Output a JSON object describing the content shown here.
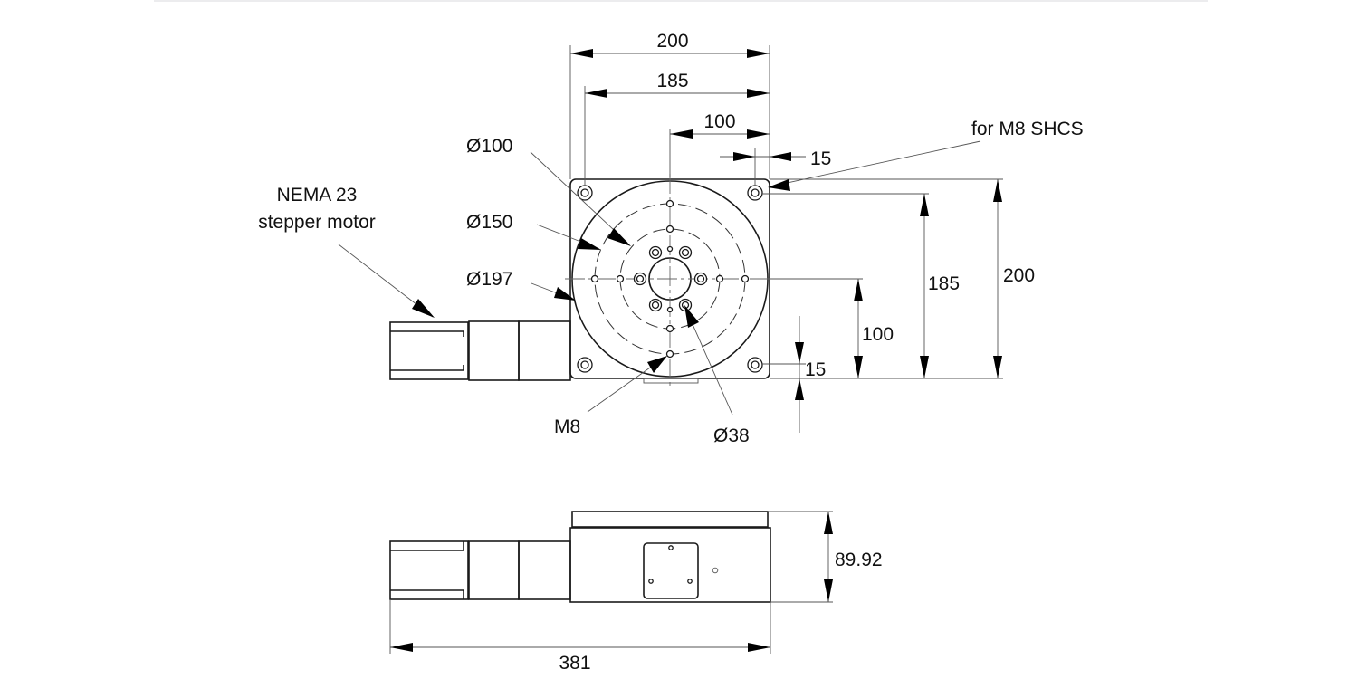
{
  "drawing": {
    "top_view": {
      "dim_width_total": "200",
      "dim_width_holes": "185",
      "dim_width_center": "100",
      "dim_hole_offset_x": "15",
      "dim_height_total": "200",
      "dim_height_holes": "185",
      "dim_height_center": "100",
      "dim_hole_offset_y": "15",
      "label_d100": "Ø100",
      "label_d150": "Ø150",
      "label_d197": "Ø197",
      "label_m8": "M8",
      "label_d38": "Ø38",
      "label_shcs": "for M8 SHCS",
      "motor_line1": "NEMA 23",
      "motor_line2": "stepper motor"
    },
    "side_view": {
      "dim_height": "89.92",
      "dim_length": "381"
    }
  }
}
